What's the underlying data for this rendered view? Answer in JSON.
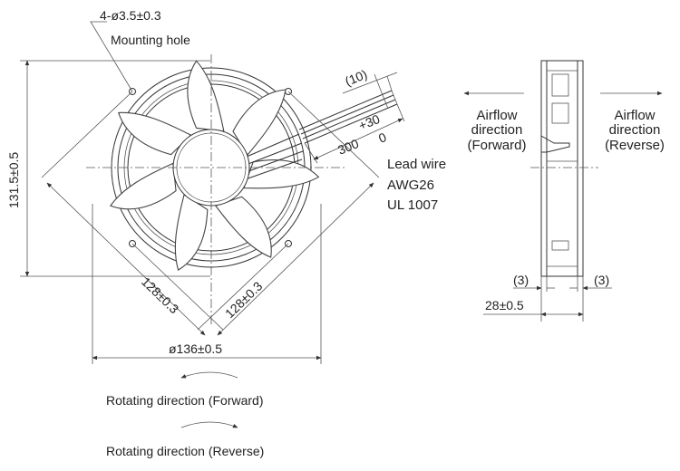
{
  "labels": {
    "mounting_spec": "4-ø3.5±0.3",
    "mounting_hole": "Mounting hole",
    "lead_len_small": "(10)",
    "lead_tol_plus": "+30",
    "lead_len": "300",
    "lead_tol_zero": "0",
    "lead_wire": "Lead wire",
    "awg": "AWG26",
    "ul": "UL 1007",
    "height": "131.5±0.5",
    "diag_left": "128±0.3",
    "diag_right": "128±0.3",
    "diameter": "ø136±0.5",
    "rot_forward": "Rotating direction (Forward)",
    "rot_reverse": "Rotating direction (Reverse)",
    "air_fwd_1": "Airflow",
    "air_fwd_2": "direction",
    "air_fwd_3": "(Forward)",
    "air_rev_1": "Airflow",
    "air_rev_2": "direction",
    "air_rev_3": "(Reverse)",
    "side_left_dim": "(3)",
    "side_right_dim": "(3)",
    "thickness": "28±0.5"
  },
  "colors": {
    "line": "#333333",
    "text": "#222222",
    "background": "#ffffff"
  }
}
